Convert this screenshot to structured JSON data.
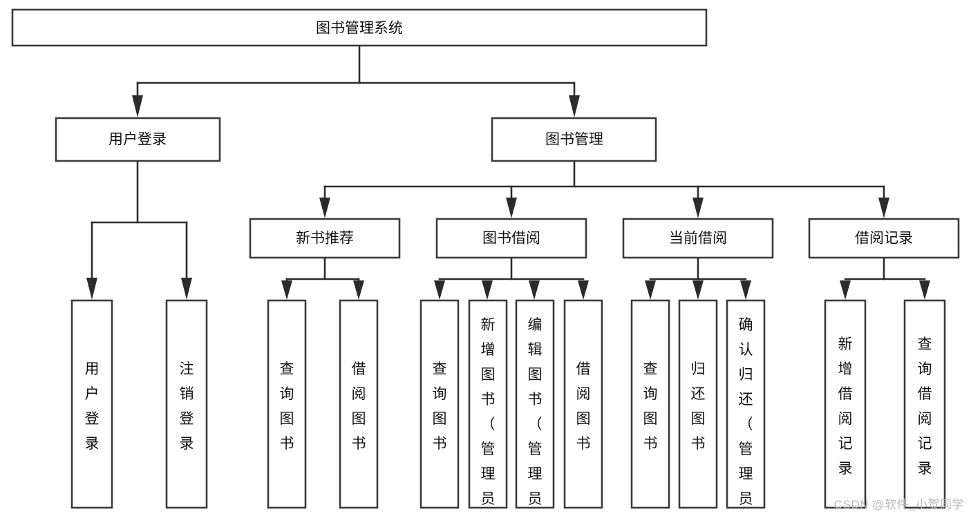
{
  "diagram": {
    "type": "tree-hierarchy",
    "title": "图书管理系统",
    "watermark": "CSDN @软件_小贺同学",
    "colors": {
      "box_stroke": "#3a3a3a",
      "connector": "#2b2b2b",
      "box_fill": "#ffffff",
      "text": "#111111",
      "watermark": "#b9b9b9",
      "background": "#ffffff"
    },
    "levels": {
      "root": {
        "label": "图书管理系统"
      },
      "level2": [
        {
          "id": "user-login",
          "label": "用户登录"
        },
        {
          "id": "book-manage",
          "label": "图书管理"
        }
      ],
      "level3": [
        {
          "id": "new-book-recommend",
          "label": "新书推荐",
          "parent": "book-manage"
        },
        {
          "id": "book-borrow",
          "label": "图书借阅",
          "parent": "book-manage"
        },
        {
          "id": "current-borrow",
          "label": "当前借阅",
          "parent": "book-manage"
        },
        {
          "id": "borrow-record",
          "label": "借阅记录",
          "parent": "book-manage"
        }
      ],
      "leaves": [
        {
          "id": "leaf-user-login",
          "label": "用户登录",
          "parent": "user-login"
        },
        {
          "id": "leaf-logout-login",
          "label": "注销登录",
          "parent": "user-login"
        },
        {
          "id": "leaf-query-book-1",
          "label": "查询图书",
          "parent": "new-book-recommend"
        },
        {
          "id": "leaf-borrow-book-1",
          "label": "借阅图书",
          "parent": "new-book-recommend"
        },
        {
          "id": "leaf-query-book-2",
          "label": "查询图书",
          "parent": "book-borrow"
        },
        {
          "id": "leaf-add-book",
          "label": "新增图书（管理员）",
          "parent": "book-borrow"
        },
        {
          "id": "leaf-edit-book",
          "label": "编辑图书（管理员）",
          "parent": "book-borrow"
        },
        {
          "id": "leaf-borrow-book-2",
          "label": "借阅图书",
          "parent": "book-borrow"
        },
        {
          "id": "leaf-query-book-3",
          "label": "查询图书",
          "parent": "current-borrow"
        },
        {
          "id": "leaf-return-book",
          "label": "归还图书",
          "parent": "current-borrow"
        },
        {
          "id": "leaf-confirm-return",
          "label": "确认归还（管理员）",
          "parent": "current-borrow"
        },
        {
          "id": "leaf-add-record",
          "label": "新增借阅记录",
          "parent": "borrow-record"
        },
        {
          "id": "leaf-query-record",
          "label": "查询借阅记录",
          "parent": "borrow-record"
        }
      ]
    }
  }
}
